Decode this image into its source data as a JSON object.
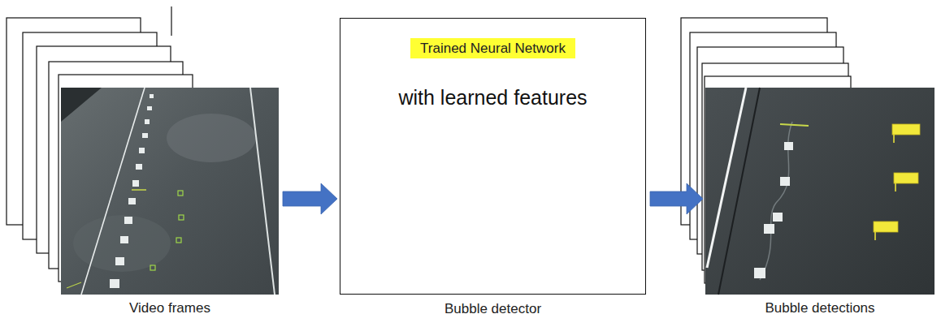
{
  "diagram": {
    "nodes": [
      {
        "text": [
          "Video frames"
        ]
      },
      {
        "text": [
          "Trained Neural Network",
          "with learned features",
          "Bubble detector"
        ]
      },
      {
        "text": [
          "Bubble detections"
        ]
      }
    ],
    "edges": [
      {
        "from": 0,
        "to": 1,
        "arrow": "to"
      },
      {
        "from": 1,
        "to": 2,
        "arrow": "to"
      }
    ]
  }
}
